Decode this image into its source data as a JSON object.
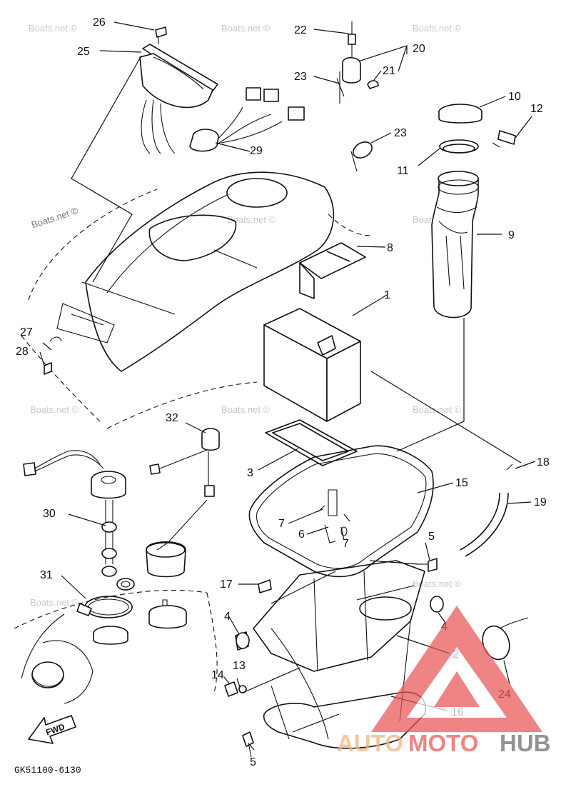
{
  "diagram": {
    "drawing_code": "GK51100-6130",
    "fwd_label": "FWD",
    "watermark": "Boats.net ©",
    "logo": {
      "part1": "AUTO",
      "part2": "MOTO",
      "part3": "HUB",
      "color_red": "#e85555",
      "color_gray": "#6a6a6a"
    },
    "callouts": [
      "1",
      "2",
      "3",
      "4",
      "4",
      "5",
      "5",
      "6",
      "7",
      "7",
      "8",
      "9",
      "10",
      "11",
      "12",
      "13",
      "14",
      "15",
      "16",
      "17",
      "18",
      "19",
      "20",
      "21",
      "22",
      "23",
      "23",
      "24",
      "25",
      "26",
      "27",
      "28",
      "29",
      "30",
      "31",
      "32"
    ]
  }
}
